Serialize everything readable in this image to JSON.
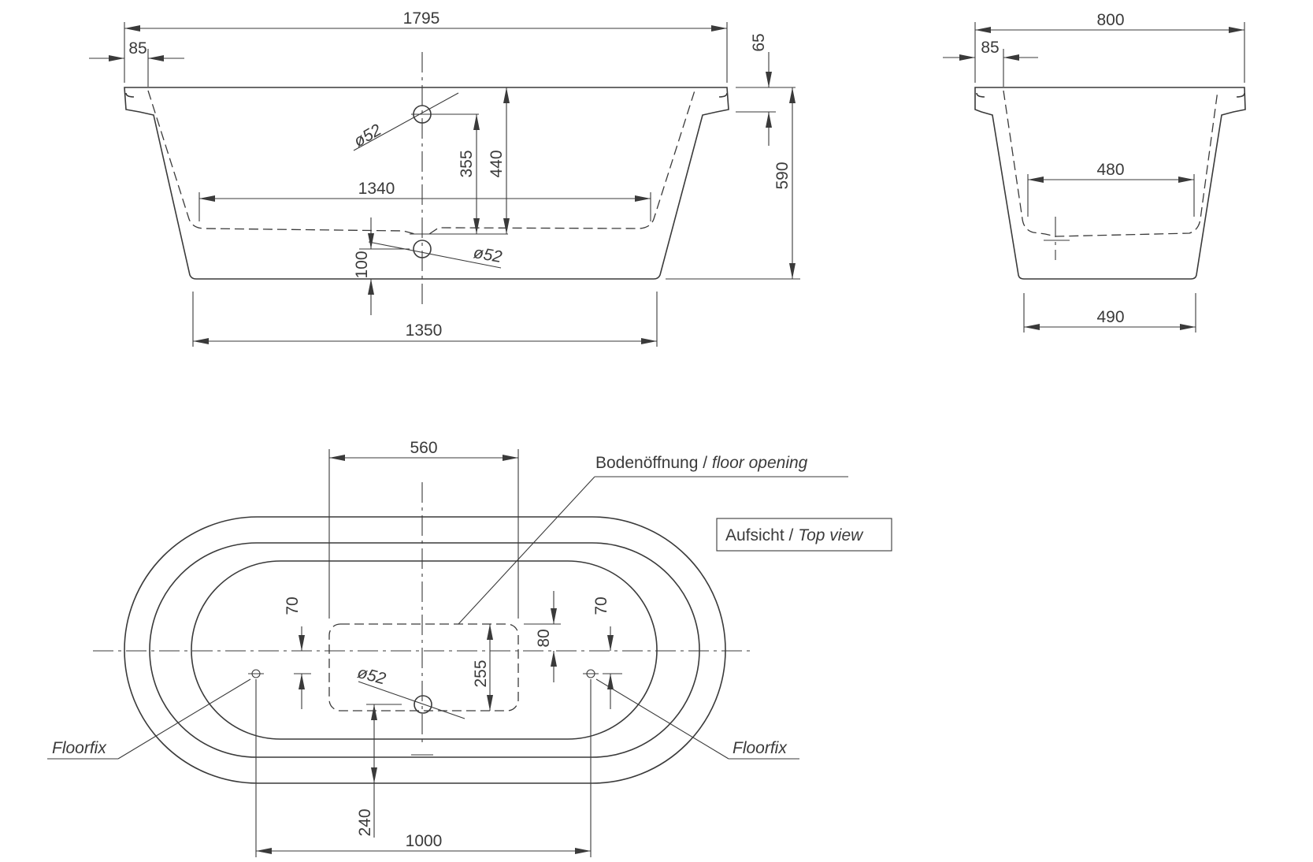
{
  "side_view": {
    "overall_length": "1795",
    "rim_offset": "85",
    "rim_height": "65",
    "total_height": "590",
    "drain_depth_outlet": "355",
    "drain_depth_floor": "440",
    "inner_floor_length": "1340",
    "drain_height": "100",
    "base_length": "1350",
    "overflow_diameter": "ø52",
    "drain_diameter": "ø52"
  },
  "end_view": {
    "overall_width": "800",
    "rim_offset": "85",
    "inner_floor_width": "480",
    "base_width": "490"
  },
  "top_view": {
    "view_label_de": "Aufsicht / ",
    "view_label_en": "Top view",
    "floor_opening_label_de": "Bodenöffnung / ",
    "floor_opening_label_en": "floor opening",
    "opening_length": "560",
    "opening_offset_left": "70",
    "opening_offset_right": "70",
    "opening_edge_to_axis": "80",
    "opening_width": "255",
    "drain_diameter": "ø52",
    "drain_to_end": "240",
    "floorfix_spacing": "1000",
    "floorfix_left": "Floorfix",
    "floorfix_right": "Floorfix"
  }
}
